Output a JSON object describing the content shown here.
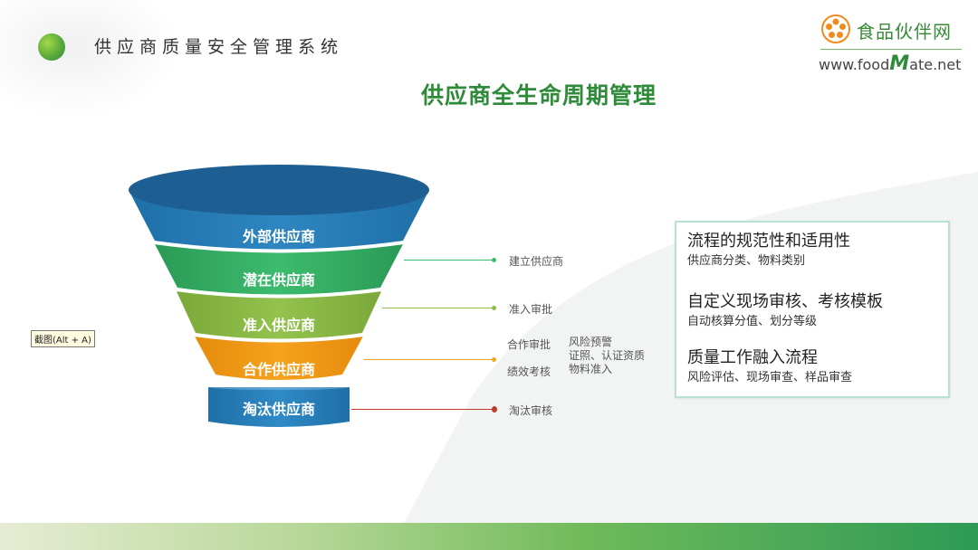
{
  "header": {
    "title": "供应商质量安全管理系统"
  },
  "logo": {
    "name": "食品伙伴网",
    "url_prefix": "www.food",
    "url_mark": "M",
    "url_suffix": "ate.net"
  },
  "main_title": "供应商全生命周期管理",
  "funnel": {
    "levels": [
      {
        "label": "外部供应商",
        "color": "#2e86c1"
      },
      {
        "label": "潜在供应商",
        "color": "#38b36a"
      },
      {
        "label": "准入供应商",
        "color": "#8fbe4a"
      },
      {
        "label": "合作供应商",
        "color": "#f39c12"
      },
      {
        "label": "淘汰供应商",
        "color": "#2e86c1"
      }
    ]
  },
  "steps": {
    "build": "建立供应商",
    "approve": "准入审批",
    "coop_approve": "合作审批",
    "risk_warning": "风险预警",
    "cert": "证照、认证资质",
    "performance": "绩效考核",
    "material_access": "物料准入",
    "eliminate": "淘汰审核"
  },
  "tooltip": "截图(Alt + A)",
  "info_box": {
    "items": [
      {
        "heading": "流程的规范性和适用性",
        "detail": "供应商分类、物料类别"
      },
      {
        "heading": "自定义现场审核、考核模板",
        "detail": "自动核算分值、划分等级"
      },
      {
        "heading": "质量工作融入流程",
        "detail": "风险评估、现场审查、样品审查"
      }
    ]
  },
  "colors": {
    "brand_green": "#2e8b3a",
    "funnel_top": "#1f6fa8"
  }
}
